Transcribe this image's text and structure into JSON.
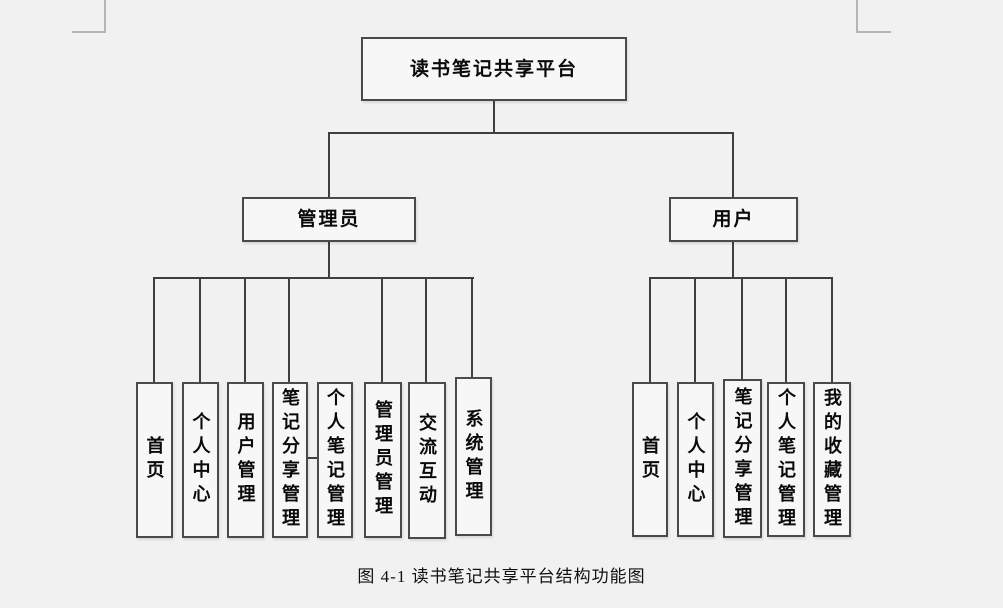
{
  "colors": {
    "page_background": "#f1f1f2",
    "box_fill": "#f7f7f7",
    "box_border": "#4a4a4a",
    "connector_line": "#3f3f3f",
    "margin_mark": "#b6b6b6",
    "text": "#0a0a0a"
  },
  "diagram": {
    "root": {
      "label": "读书笔记共享平台"
    },
    "admin": {
      "label": "管理员",
      "children": [
        "首页",
        "个人中心",
        "用户管理",
        "笔记分享管理",
        "个人笔记管理",
        "管理员管理",
        "交流互动",
        "系统管理"
      ]
    },
    "user": {
      "label": "用户",
      "children": [
        "首页",
        "个人中心",
        "笔记分享管理",
        "个人笔记管理",
        "我的收藏管理"
      ]
    }
  },
  "caption": "图 4-1 读书笔记共享平台结构功能图"
}
